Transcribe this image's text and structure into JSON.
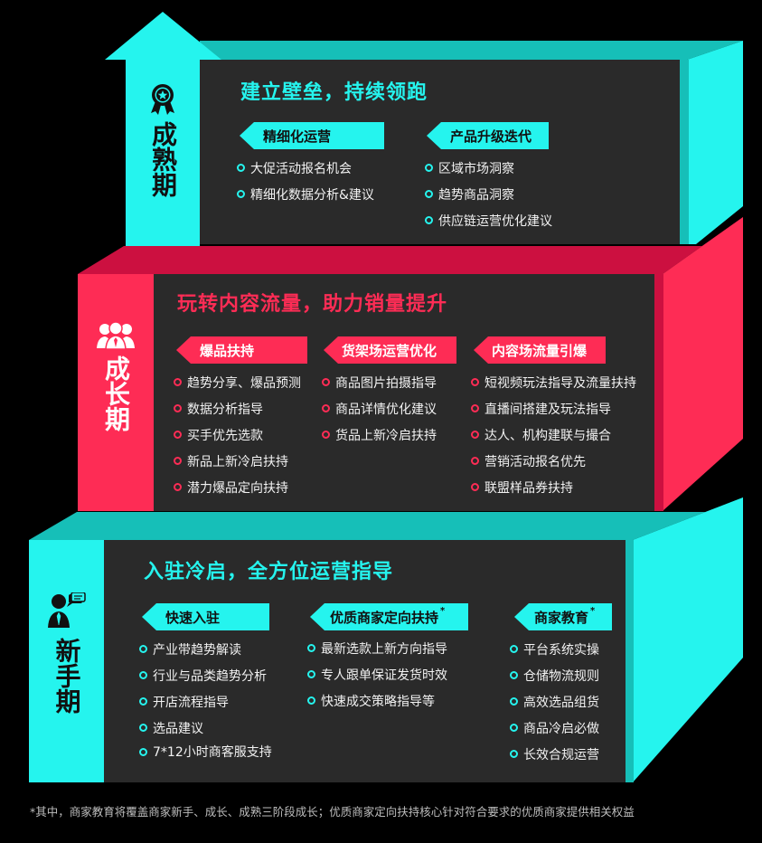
{
  "colors": {
    "cyan": "#25F4EE",
    "teal_dark": "#16BFB8",
    "red": "#FE2C55",
    "red_dark": "#CC1040",
    "panel": "#2A2A2A",
    "background": "#000000"
  },
  "stages": [
    {
      "id": "mature",
      "label": "成熟期",
      "icon": "award-ribbon-icon",
      "title": "建立壁垒，持续领跑",
      "groups": [
        {
          "tag": "精细化运营",
          "items": [
            "大促活动报名机会",
            "精细化数据分析&建议"
          ]
        },
        {
          "tag": "产品升级迭代",
          "items": [
            "区域市场洞察",
            "趋势商品洞察",
            "供应链运营优化建议"
          ]
        }
      ]
    },
    {
      "id": "growth",
      "label": "成长期",
      "icon": "team-people-icon",
      "title": "玩转内容流量，助力销量提升",
      "groups": [
        {
          "tag": "爆品扶持",
          "items": [
            "趋势分享、爆品预测",
            "数据分析指导",
            "买手优先选款",
            "新品上新冷启扶持",
            "潜力爆品定向扶持"
          ]
        },
        {
          "tag": "货架场运营优化",
          "items": [
            "商品图片拍摄指导",
            "商品详情优化建议",
            "货品上新冷启扶持"
          ]
        },
        {
          "tag": "内容场流量引爆",
          "items": [
            "短视频玩法指导及流量扶持",
            "直播间搭建及玩法指导",
            "达人、机构建联与撮合",
            "营销活动报名优先",
            "联盟样品券扶持"
          ]
        }
      ]
    },
    {
      "id": "newbie",
      "label": "新手期",
      "icon": "business-person-chat-icon",
      "title": "入驻冷启，全方位运营指导",
      "groups": [
        {
          "tag": "快速入驻",
          "items": [
            "产业带趋势解读",
            "行业与品类趋势分析",
            "开店流程指导",
            "选品建议",
            "7*12小时商客服支持"
          ]
        },
        {
          "tag": "优质商家定向扶持",
          "tag_mark": "*",
          "items": [
            "最新选款上新方向指导",
            "专人跟单保证发货时效",
            "快速成交策略指导等"
          ]
        },
        {
          "tag": "商家教育",
          "tag_mark": "*",
          "items": [
            "平台系统实操",
            "仓储物流规则",
            "高效选品组货",
            "商品冷启必做",
            "长效合规运营"
          ]
        }
      ]
    }
  ],
  "footnote": "*其中，商家教育将覆盖商家新手、成长、成熟三阶段成长；优质商家定向扶持核心针对符合要求的优质商家提供相关权益"
}
